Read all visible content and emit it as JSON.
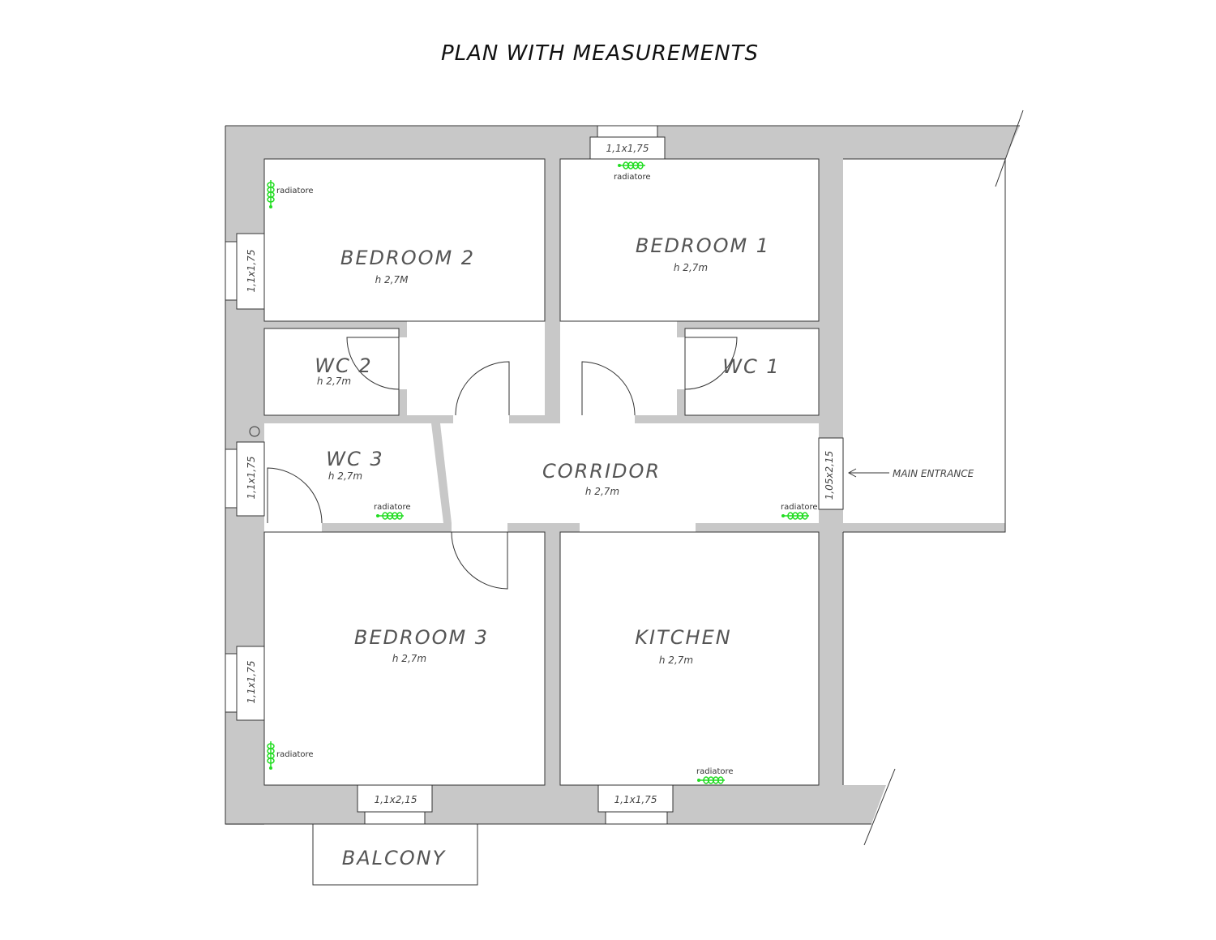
{
  "title": "PLAN WITH MEASUREMENTS",
  "rooms": {
    "bedroom2": {
      "name": "BEDROOM 2",
      "height": "h 2,7M"
    },
    "bedroom1": {
      "name": "BEDROOM 1",
      "height": "h 2,7m"
    },
    "wc2": {
      "name": "WC 2",
      "height": "h 2,7m"
    },
    "wc1": {
      "name": "WC 1"
    },
    "wc3": {
      "name": "WC 3",
      "height": "h 2,7m"
    },
    "corridor": {
      "name": "CORRIDOR",
      "height": "h 2,7m"
    },
    "bedroom3": {
      "name": "BEDROOM 3",
      "height": "h 2,7m"
    },
    "kitchen": {
      "name": "KITCHEN",
      "height": "h 2,7m"
    },
    "balcony": {
      "name": "BALCONY"
    }
  },
  "windows": {
    "top": "1,1x1,75",
    "left_upper": "1,1x1,75",
    "left_middle": "1,1x1,75",
    "left_lower": "1,1x1,75",
    "bottom_left": "1,1x2,15",
    "bottom_right": "1,1x1,75",
    "entrance_door": "1,05x2,15"
  },
  "radiator_label": "radiatore",
  "main_entrance": "MAIN  ENTRANCE",
  "colors": {
    "wall": "#c8c8c8",
    "radiator": "#22dd22",
    "line": "#333333"
  }
}
